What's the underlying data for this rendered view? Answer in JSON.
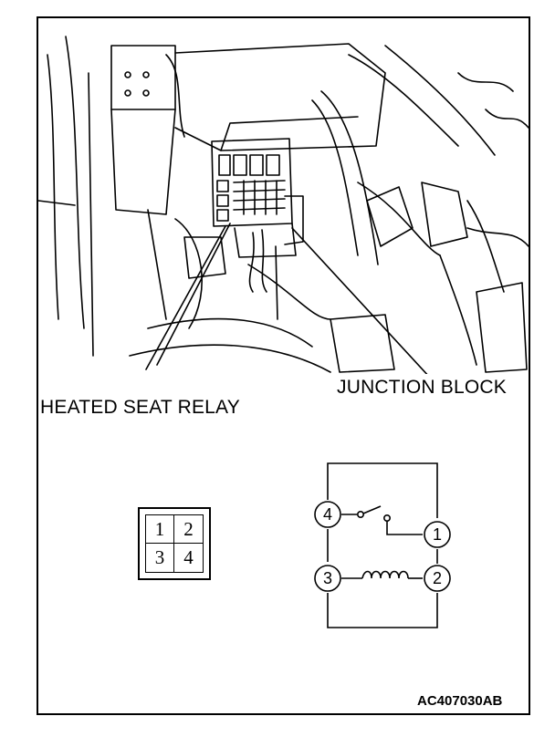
{
  "labels": {
    "heated_seat_relay": "HEATED SEAT RELAY",
    "junction_block": "JUNCTION BLOCK",
    "figure_code": "AC407030AB"
  },
  "connector": {
    "pins": [
      "1",
      "2",
      "3",
      "4"
    ]
  },
  "circuit": {
    "terminals": [
      "4",
      "1",
      "3",
      "2"
    ]
  }
}
